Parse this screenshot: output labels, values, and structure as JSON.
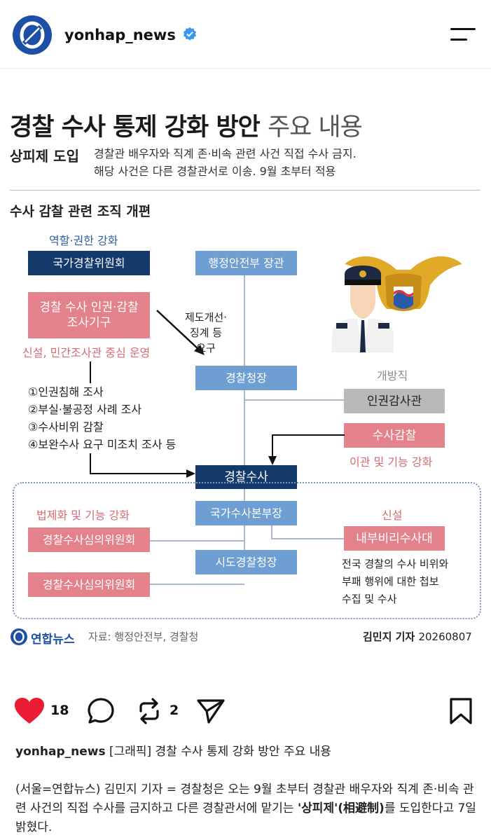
{
  "header": {
    "username": "yonhap_news"
  },
  "infographic": {
    "title_bold": "경찰 수사 통제 강화 방안",
    "title_light": "주요 내용",
    "policy_head": "상피제 도입",
    "policy_line1": "경찰관 배우자와 직계 존·비속 관련 사건 직접 수사 금지.",
    "policy_line2": "해당 사건은 다른 경찰관서로 이송. 9월 초부터 적용",
    "section_title": "수사 감찰 관련 조직 개편",
    "label_role": "역할·권한 강화",
    "box_commission": "국가경찰위원회",
    "box_human_rights_1": "경찰 수사 인권·감찰",
    "box_human_rights_2": "조사기구",
    "label_new_civil": "신설, 민간조사관 중심 운영",
    "duties": [
      "①인권침해 조사",
      "②부실·불공정 사례 조사",
      "③수사비위 감찰",
      "④보완수사 요구 미조치 조사 등"
    ],
    "box_minister": "행정안전부 장관",
    "arrow_note_1": "제도개선·",
    "arrow_note_2": "징계 등",
    "arrow_note_3": "요구",
    "box_commissioner": "경찰청장",
    "label_open": "개방직",
    "box_inspector": "인권감사관",
    "box_audit": "수사감찰",
    "label_transfer": "이관 및 기능 강화",
    "box_investigation": "경찰수사",
    "label_legal": "법제화 및 기능 강화",
    "box_nbi": "국가수사본부장",
    "box_review_1": "경찰수사심의위원회",
    "box_provincial": "시도경찰청장",
    "box_review_2": "경찰수사심의위원회",
    "label_new": "신설",
    "box_internal": "내부비리수사대",
    "internal_desc": [
      "전국 경찰의 수사 비위와",
      "부패 행위에 대한 첩보",
      "수집 및 수사"
    ],
    "logo_text": "연합뉴스",
    "source": "자료: 행정안전부, 경찰청",
    "reporter": "김민지 기자",
    "date_code": "20260807"
  },
  "actions": {
    "like_count": "18",
    "repost_count": "2"
  },
  "post": {
    "caption_user": "yonhap_news",
    "caption_text": "[그래픽] 경찰 수사 통제 강화 방안 주요 내용",
    "body_1": "(서울=연합뉴스) 김민지 기자 = 경찰청은 오는 9월 초부터 경찰관 배우자와 직계 존·비속 관련 사건의 직접 수사를 금지하고 다른 경찰관서에 맡기는",
    "body_2": "'상피제'(相避制)",
    "body_3": "를 도입한다고 7일 밝혔다."
  },
  "colors": {
    "navy": "#133a6b",
    "blue": "#6f9ed3",
    "pink": "#e3828a",
    "like_red": "#ed1c35",
    "verified_blue": "#3897f0"
  }
}
